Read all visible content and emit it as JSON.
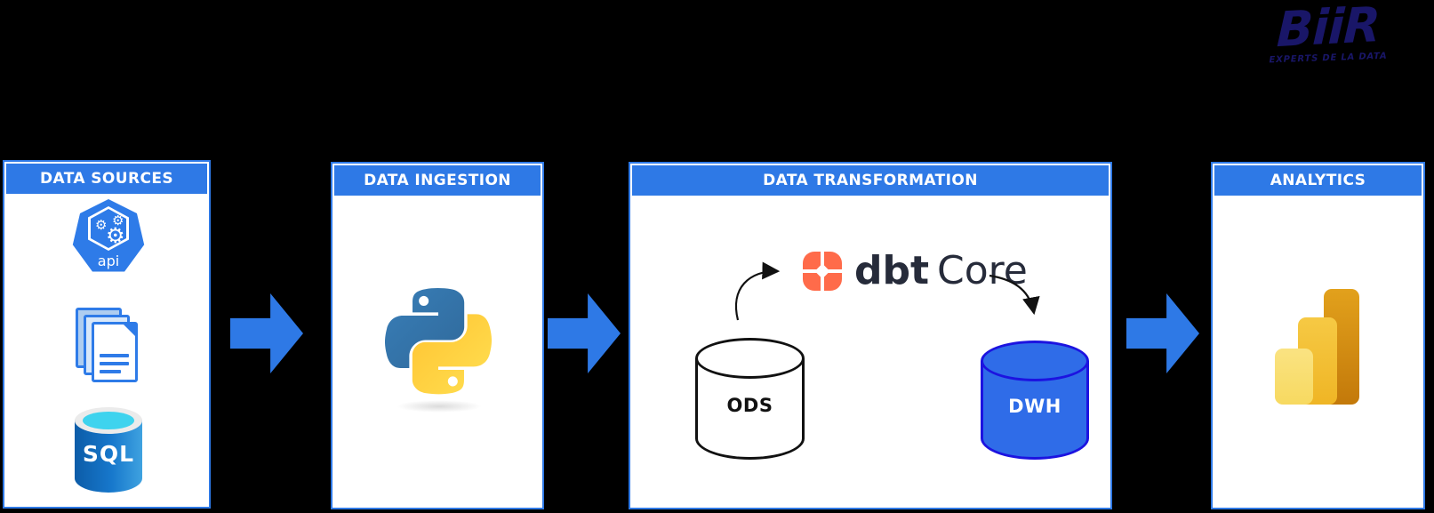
{
  "background_color": "#000000",
  "accent_blue": "#2e79e6",
  "brand": {
    "name": "BiiR",
    "tagline": "EXPERTS DE LA DATA",
    "color": "#191668"
  },
  "stages": [
    {
      "title": "DATA SOURCES",
      "api_label": "api",
      "gear_glyph": "⚙",
      "sql_label": "SQL",
      "icons": [
        "api-icon",
        "documents-icon",
        "sql-database-icon"
      ]
    },
    {
      "title": "DATA INGESTION",
      "icons": [
        "python-icon"
      ]
    },
    {
      "title": "DATA TRANSFORMATION",
      "tool_bold": "dbt",
      "tool_regular": "Core",
      "source_db": "ODS",
      "target_db": "DWH",
      "icons": [
        "dbt-icon",
        "ods-cylinder",
        "dwh-cylinder"
      ]
    },
    {
      "title": "ANALYTICS",
      "icons": [
        "powerbi-icon"
      ]
    }
  ],
  "colors": {
    "dbt_orange": "#ff6b4a",
    "dbt_text": "#262b3a",
    "dwh_fill": "#2f6ce8",
    "dwh_border": "#1c13e0",
    "ods_outline": "#111111",
    "python_blue": "#387eb8",
    "python_yellow": "#ffd43b",
    "powerbi_amber": "#c3790a",
    "sql_cyan": "#3ed3ee"
  }
}
